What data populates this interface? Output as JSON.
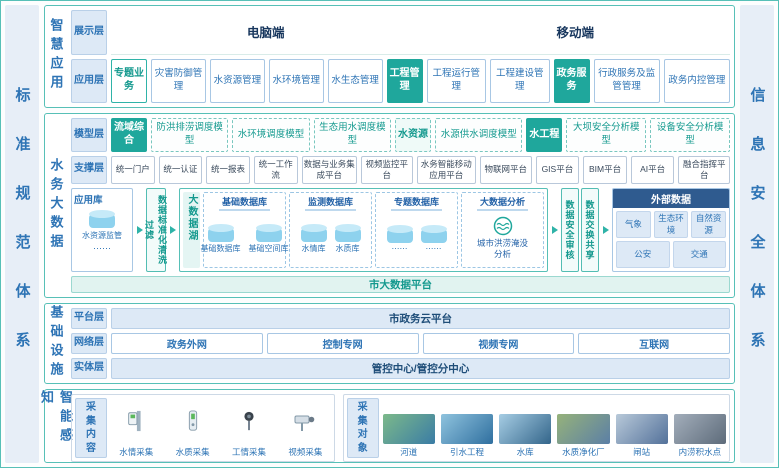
{
  "colors": {
    "accent_teal": "#1FA79C",
    "accent_blue": "#2E74B5",
    "dark_blue": "#2F5B8F"
  },
  "frame": {
    "left_bar": "标准规范体系",
    "right_bar": "信息安全体系"
  },
  "smart_app": {
    "label": "智慧应用",
    "display_layer": {
      "label": "展示层",
      "pc": "电脑端",
      "mobile": "移动端"
    },
    "app_layer": {
      "label": "应用层",
      "groups": [
        {
          "name": "专题业务",
          "items": [
            "灾害防御管理",
            "水资源管理",
            "水环境管理",
            "水生态管理"
          ]
        },
        {
          "name": "工程管理",
          "items": [
            "工程运行管理",
            "工程建设管理"
          ]
        },
        {
          "name": "政务服务",
          "items": [
            "行政服务及监管管理",
            "政务内控管理"
          ]
        }
      ]
    }
  },
  "big_data": {
    "label": "水务大数据",
    "model_layer": {
      "label": "模型层",
      "groups": [
        {
          "name": "流域综合",
          "items": [
            "防洪排涝调度模型",
            "水环境调度模型",
            "生态用水调度模型"
          ]
        },
        {
          "name": "水资源",
          "items": [
            "水源供水调度模型"
          ]
        },
        {
          "name": "水工程",
          "items": [
            "大坝安全分析模型",
            "设备安全分析模型"
          ]
        }
      ]
    },
    "support_layer": {
      "label": "支撑层",
      "items": [
        "统一门户",
        "统一认证",
        "统一报表",
        "统一工作流",
        "数据与业务集成平台",
        "视频监控平台",
        "水务智能移动应用平台",
        "物联网平台",
        "GIS平台",
        "BIM平台",
        "AI平台",
        "融合指挥平台"
      ]
    },
    "data_flow": {
      "app_store": {
        "title": "应用库",
        "db": "水资源监管",
        "more": "⋯⋯"
      },
      "cleanse": "数据标准化清洗过滤",
      "lake": {
        "label": "大数据湖",
        "groups": [
          {
            "title": "基础数据库",
            "db1": "基础数据库",
            "db2": "基础空间库"
          },
          {
            "title": "监测数据库",
            "db1": "水情库",
            "db2": "水质库"
          },
          {
            "title": "专题数据库",
            "db1": "⋯⋯",
            "db2": "⋯⋯"
          },
          {
            "title": "大数据分析",
            "analysis": "城市洪涝淹没分析"
          }
        ]
      },
      "audit": "数据安全审核",
      "exchange": "数据交换共享",
      "external": {
        "title": "外部数据",
        "row1": [
          "气象",
          "生态环境",
          "自然资源"
        ],
        "row2": [
          "公安",
          "交通"
        ]
      }
    },
    "platform_bar": "市大数据平台"
  },
  "infrastructure": {
    "label": "基础设施",
    "platform_layer": {
      "label": "平台层",
      "item": "市政务云平台"
    },
    "network_layer": {
      "label": "网络层",
      "items": [
        "政务外网",
        "控制专网",
        "视频专网",
        "互联网"
      ]
    },
    "entity_layer": {
      "label": "实体层",
      "item": "管控中心/管控分中心"
    }
  },
  "perception": {
    "label": "智能感知",
    "content": {
      "label": "采集内容",
      "items": [
        "水情采集",
        "水质采集",
        "工情采集",
        "视频采集"
      ]
    },
    "objects": {
      "label": "采集对象",
      "items": [
        "河道",
        "引水工程",
        "水库",
        "水质净化厂",
        "闸站",
        "内涝积水点"
      ]
    }
  }
}
